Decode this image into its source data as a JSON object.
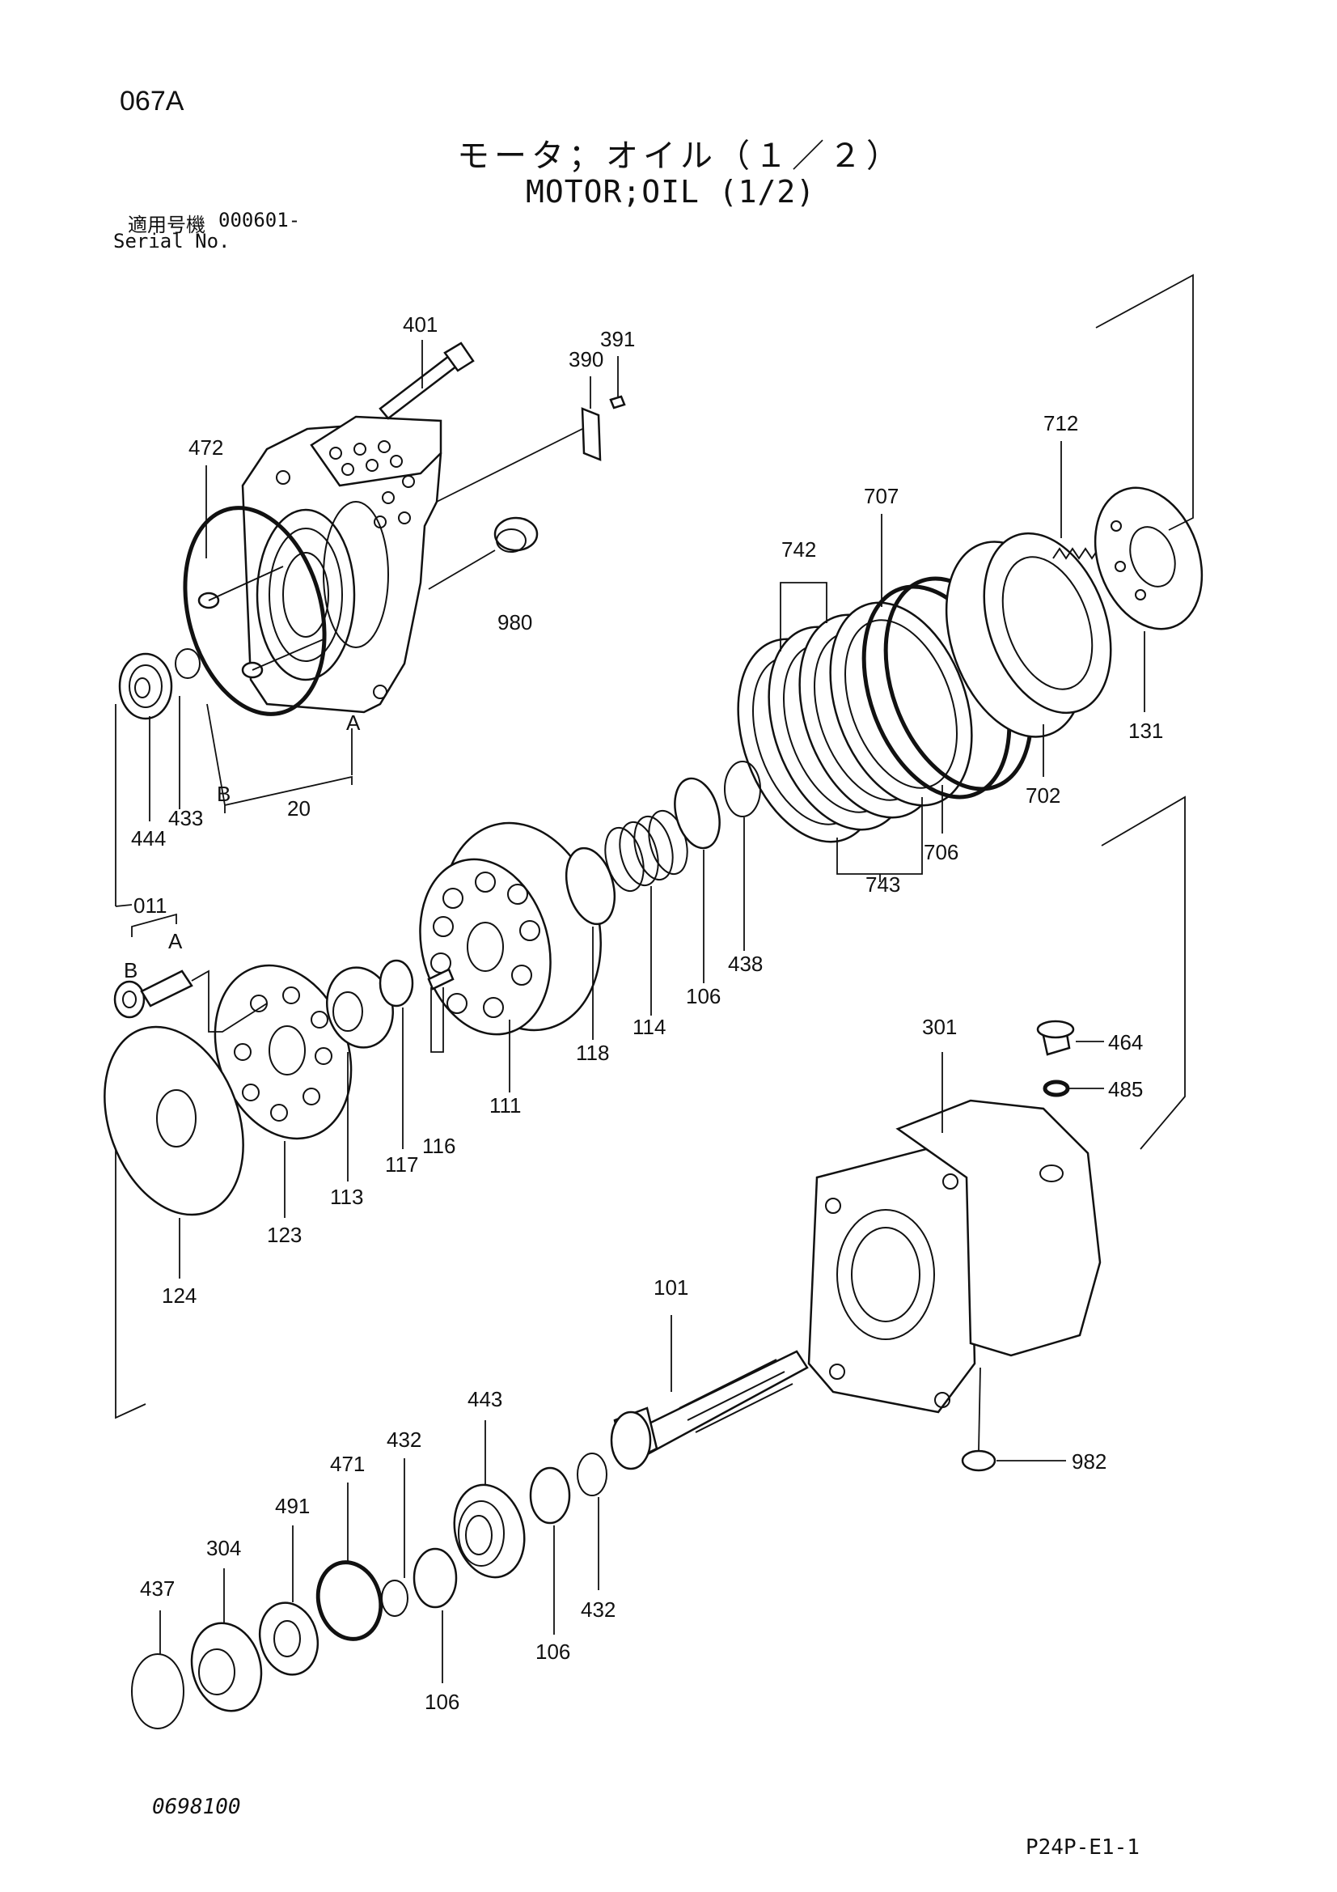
{
  "header": {
    "page_code": "067A",
    "title_jp": "モータ；オイル（１／２）",
    "title_en": "MOTOR;OIL (1/2)",
    "serial_label_jp": "適用号機",
    "serial_number": "000601-",
    "serial_label_en": "Serial No."
  },
  "footer": {
    "drawing_number": "0698100",
    "sheet_code": "P24P-E1-1"
  },
  "callouts": {
    "c401": "401",
    "c391": "391",
    "c390": "390",
    "c472": "472",
    "c712": "712",
    "c707": "707",
    "c742": "742",
    "c980": "980",
    "c131": "131",
    "c702": "702",
    "c706": "706",
    "c743": "743",
    "cA1": "A",
    "cB1": "B",
    "c20": "20",
    "c433": "433",
    "c444": "444",
    "c011": "011",
    "cA2": "A",
    "cB2": "B",
    "c438": "438",
    "c106a": "106",
    "c114": "114",
    "c118": "118",
    "c111": "111",
    "c116": "116",
    "c117": "117",
    "c113": "113",
    "c123": "123",
    "c124": "124",
    "c301": "301",
    "c464": "464",
    "c485": "485",
    "c101": "101",
    "c982": "982",
    "c443": "443",
    "c432a": "432",
    "c432b": "432",
    "c471": "471",
    "c491": "491",
    "c304": "304",
    "c437": "437",
    "c106b": "106",
    "c106c": "106"
  }
}
